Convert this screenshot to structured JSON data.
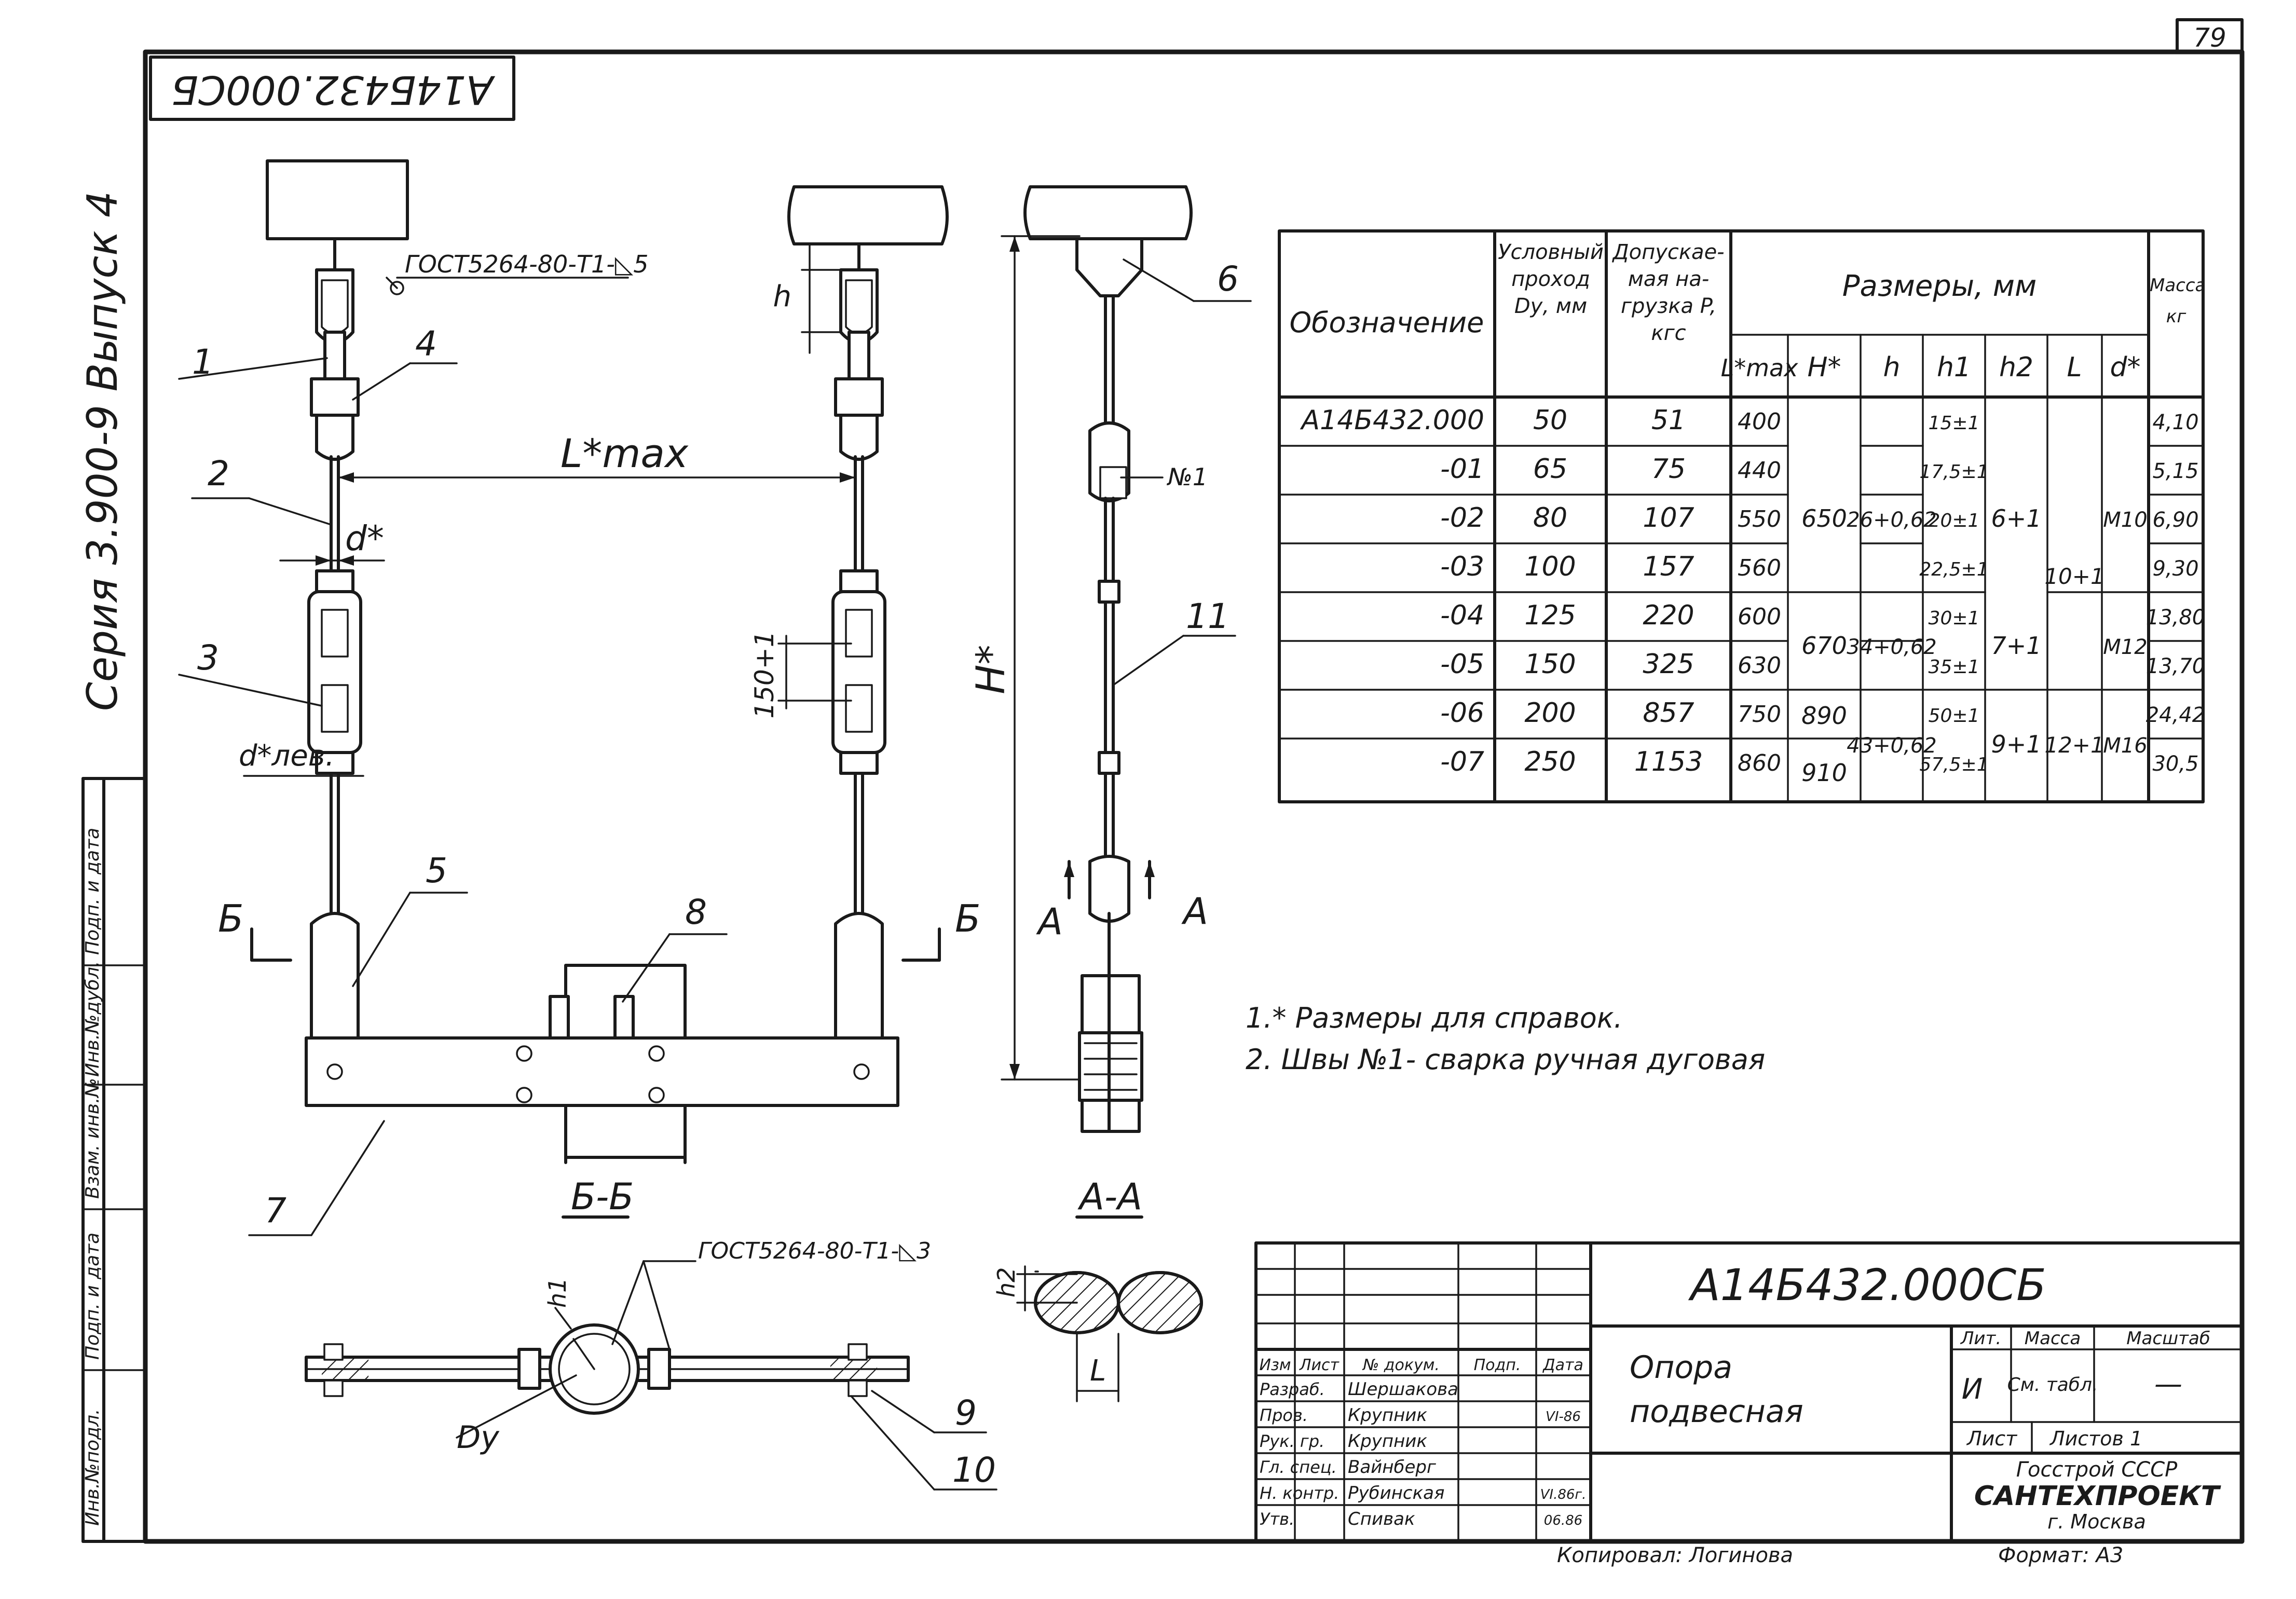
{
  "sheet": {
    "page_number": "79",
    "stamp_code": "А14Б432.000СБ",
    "series_text": "Серия 3.900-9 Выпуск 4",
    "side_labels": [
      "Инв.№подл.",
      "Подп. и дата",
      "Взам. инв.№",
      "Инв.№дубл.",
      "Подп. и дата"
    ]
  },
  "notes": [
    "1.* Размеры для справок.",
    "2. Швы №1- сварка ручная дуговая"
  ],
  "drawing": {
    "gost_top": "ГОСТ5264-80-Т1-◺5",
    "gost_bottom": "ГОСТ5264-80-Т1-◺3",
    "L_max": "L*max",
    "d": "d*",
    "d_lev": "d*лев.",
    "h": "h",
    "h1": "h1",
    "h2": "h2",
    "L_small": "L",
    "H": "H*",
    "dim_150": "150+1",
    "Dy": "Dу",
    "weld_mark": "№1",
    "section_B": "Б",
    "section_A": "А",
    "view_BB": "Б-Б",
    "view_AA": "А-А",
    "callouts": [
      "1",
      "2",
      "3",
      "4",
      "5",
      "6",
      "7",
      "8",
      "9",
      "10",
      "11"
    ]
  },
  "spec_table": {
    "headers": {
      "designation": "Обозначение",
      "nominal": "Условный проход Dу, мм",
      "load": "Допускае- мая на- грузка P, кгс",
      "sizes": "Размеры, мм",
      "mass": "Масса кг",
      "Lmax": "L*max",
      "H": "H*",
      "h": "h",
      "h1": "h1",
      "h2": "h2",
      "L": "L",
      "d": "d*"
    },
    "rows": [
      {
        "designation": "А14Б432.000",
        "dy": "50",
        "p": "51",
        "lmax": "400",
        "h1": "15±1",
        "mass": "4,10"
      },
      {
        "designation": "-01",
        "dy": "65",
        "p": "75",
        "lmax": "440",
        "h1": "17,5±1",
        "mass": "5,15"
      },
      {
        "designation": "-02",
        "dy": "80",
        "p": "107",
        "lmax": "550",
        "h1": "20±1",
        "mass": "6,90"
      },
      {
        "designation": "-03",
        "dy": "100",
        "p": "157",
        "lmax": "560",
        "h1": "22,5±1",
        "mass": "9,30"
      },
      {
        "designation": "-04",
        "dy": "125",
        "p": "220",
        "lmax": "600",
        "h1": "30±1",
        "mass": "13,80"
      },
      {
        "designation": "-05",
        "dy": "150",
        "p": "325",
        "lmax": "630",
        "h1": "35±1",
        "mass": "13,70"
      },
      {
        "designation": "-06",
        "dy": "200",
        "p": "857",
        "lmax": "750",
        "h1": "50±1",
        "mass": "24,42"
      },
      {
        "designation": "-07",
        "dy": "250",
        "p": "1153",
        "lmax": "860",
        "h1": "57,5±1",
        "mass": "30,5"
      }
    ],
    "merged": {
      "H_a": "650",
      "H_b": "670",
      "H_c": "890",
      "H_d": "910",
      "h_a": "26+0,62",
      "h_b": "34+0,62",
      "h_c": "43+0,62",
      "h2_a": "6+1",
      "h2_b": "7+1",
      "h2_c": "9+1",
      "L_a": "10+1",
      "L_b": "12+1",
      "d_a": "М10",
      "d_b": "М12",
      "d_c": "М16"
    }
  },
  "title_block": {
    "code": "А14Б432.000СБ",
    "name_line1": "Опора",
    "name_line2": "подвесная",
    "head": {
      "izm": "Изм",
      "list": "Лист",
      "doc": "№ докум.",
      "podp": "Подп.",
      "date": "Дата"
    },
    "roles": [
      {
        "role": "Разраб.",
        "name": "Шершакова",
        "date": ""
      },
      {
        "role": "Пров.",
        "name": "Крупник",
        "date": "VI-86"
      },
      {
        "role": "Рук. гр.",
        "name": "Крупник",
        "date": ""
      },
      {
        "role": "Гл. спец.",
        "name": "Вайнберг",
        "date": ""
      },
      {
        "role": "Н. контр.",
        "name": "Рубинская",
        "date": "VI.86г."
      },
      {
        "role": "Утв.",
        "name": "Спивак",
        "date": "06.86"
      }
    ],
    "lit_label": "Лит.",
    "mass_label": "Масса",
    "scale_label": "Масштаб",
    "lit_value": "И",
    "mass_value": "См. табл.",
    "scale_value": "—",
    "sheet_label": "Лист",
    "sheets_label": "Листов 1",
    "org_line1": "Госстрой СССР",
    "org_line2": "САНТЕХПРОЕКТ",
    "org_line3": "г. Москва",
    "copied": "Копировал: Логинова",
    "format": "Формат: А3"
  }
}
